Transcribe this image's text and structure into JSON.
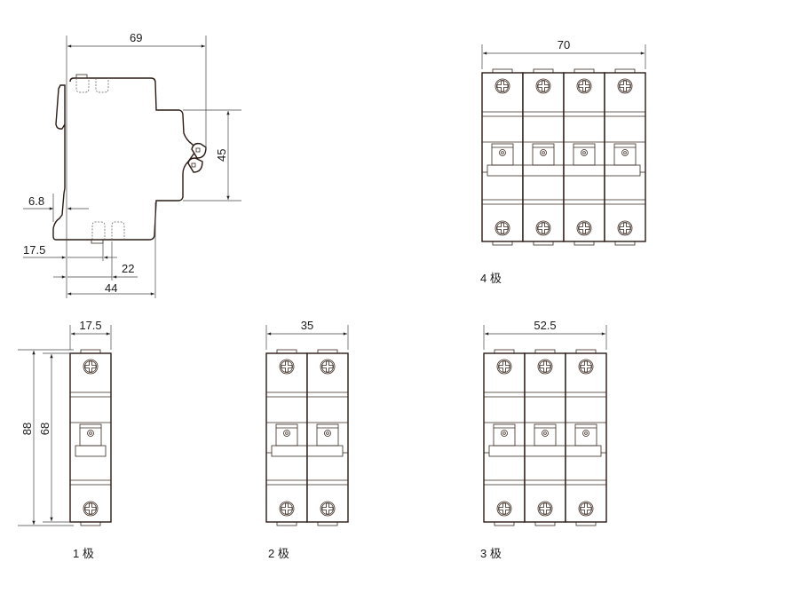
{
  "side_view": {
    "dim_width": "69",
    "dim_height": "45",
    "dim_rail": "6.8",
    "dim_left": "17.5",
    "dim_mid": "22",
    "dim_depth": "44"
  },
  "front_views": [
    {
      "poles": 1,
      "width_dim": "17.5",
      "height_dims": [
        "88",
        "68"
      ],
      "label": "1 极"
    },
    {
      "poles": 2,
      "width_dim": "35",
      "label": "2 极"
    },
    {
      "poles": 3,
      "width_dim": "52.5",
      "label": "3 极"
    },
    {
      "poles": 4,
      "width_dim": "70",
      "label": "4 极"
    }
  ],
  "colors": {
    "outline": "#2a1a14",
    "dimension": "#444444"
  }
}
